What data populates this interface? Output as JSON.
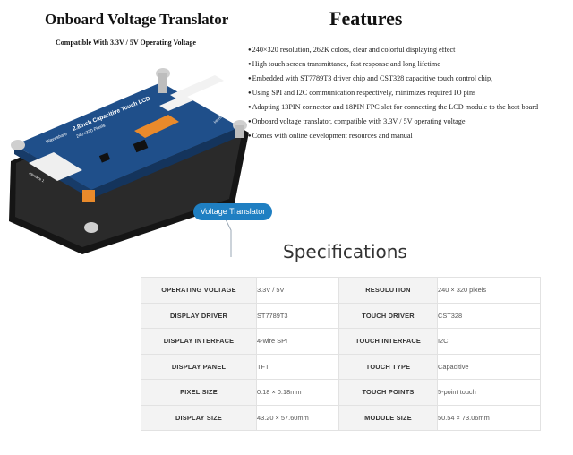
{
  "left_heading": {
    "title": "Onboard Voltage Translator",
    "subtitle": "Compatible With 3.3V / 5V Operating Voltage"
  },
  "features": {
    "title": "Features",
    "items": [
      "240×320 resolution, 262K colors, clear and colorful displaying effect",
      "High touch screen transmittance, fast response and long lifetime",
      "Embedded with ST7789T3 driver chip and CST328 capacitive touch control chip,",
      "Using SPI and I2C communication respectively, minimizes required IO pins",
      "Adapting 13PIN connector and 18PIN FPC slot for connecting the LCD module to the host board",
      "Onboard voltage translator, compatible with 3.3V / 5V operating voltage",
      "Comes with online development resources and manual"
    ]
  },
  "board": {
    "title_line": "2.8inch Capacitive Touch LCD",
    "pixels_line": "240×320 Pixels",
    "brand": "Waveshare",
    "interface_left": "Interface 1",
    "interface_right": "Interface 2",
    "callout": "Voltage Translator",
    "colors": {
      "pcb": "#1f4f8a",
      "fpc": "#e98a2b",
      "callout": "#1f7fc2"
    }
  },
  "specifications": {
    "title": "Specifications",
    "rows": [
      {
        "k1": "OPERATING VOLTAGE",
        "v1": "3.3V / 5V",
        "k2": "RESOLUTION",
        "v2": "240 × 320 pixels"
      },
      {
        "k1": "DISPLAY DRIVER",
        "v1": "ST7789T3",
        "k2": "TOUCH DRIVER",
        "v2": "CST328"
      },
      {
        "k1": "DISPLAY INTERFACE",
        "v1": "4-wire SPI",
        "k2": "TOUCH INTERFACE",
        "v2": "I2C"
      },
      {
        "k1": "DISPLAY PANEL",
        "v1": "TFT",
        "k2": "TOUCH TYPE",
        "v2": "Capacitive"
      },
      {
        "k1": "PIXEL SIZE",
        "v1": "0.18 × 0.18mm",
        "k2": "TOUCH POINTS",
        "v2": "5-point touch"
      },
      {
        "k1": "DISPLAY SIZE",
        "v1": "43.20 × 57.60mm",
        "k2": "MODULE SIZE",
        "v2": "50.54 × 73.06mm"
      }
    ]
  }
}
